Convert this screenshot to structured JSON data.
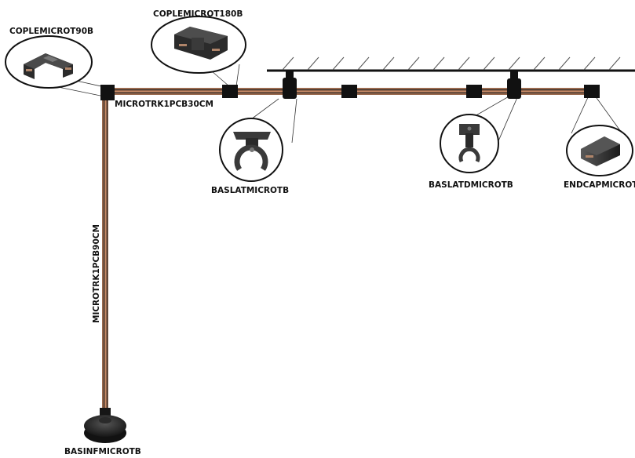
{
  "labels": {
    "coupler_90": "COPLEMICROT90B",
    "coupler_180": "COPLEMICROT180B",
    "track_30cm": "MICROTRK1PCB30CM",
    "track_90cm": "MICROTRK1PCB90CM",
    "ceiling_clip": "BASLATMICROTB",
    "drop_clip": "BASLATDMICROTB",
    "end_cap": "ENDCAPMICROTB",
    "floor_base": "BASINFMICROTB"
  },
  "colors": {
    "track_copper": "#9a6a4e",
    "track_stripe": "#2e2a28",
    "part_black": "#111111",
    "detail_grey": "#7a7a7a"
  }
}
